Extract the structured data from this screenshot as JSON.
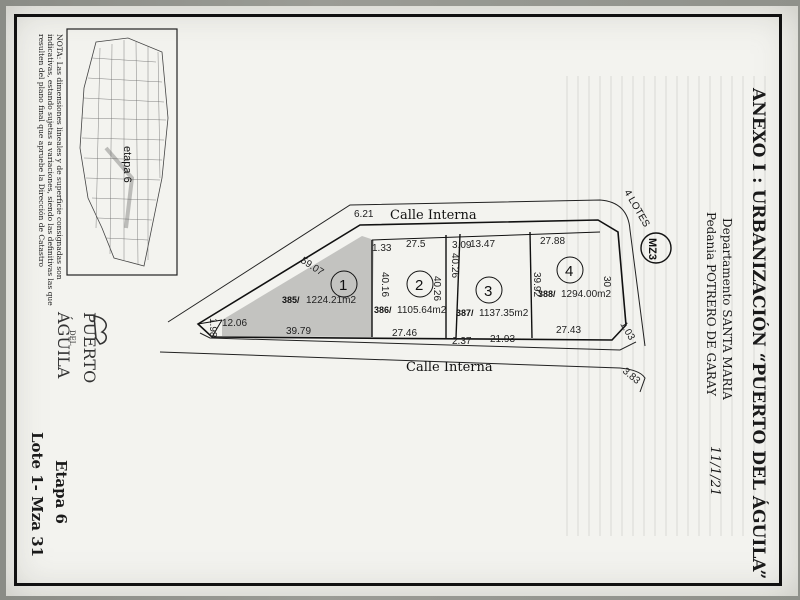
{
  "title": "ANEXO I : URBANIZACIÓN “PUERTO DEL ÁGUILA”",
  "departamento": "Departamento SANTA MARIA",
  "pedania": "Pedania POTRERO DE GARAY",
  "date_note": "11/1/21",
  "nota": {
    "line1": "NOTA: Las dimensiones lineales y de superficie consignadas son",
    "line2": "indicativas, estando sujetas a variaciones, siendo las definitivas las que",
    "line3": "resulten del plano final que apruebe la Dirección de Catastro"
  },
  "inset_label": "etapa 6",
  "logo": {
    "line1": "PUERTO",
    "line2": "DEL",
    "line3": "ÁGUILA"
  },
  "etapa": "Etapa 6",
  "lote": "Lote 1- Mza 31",
  "streets": {
    "top": "Calle Interna",
    "bottom": "Calle Interna"
  },
  "manzana": "MZ3",
  "lotes_ref": "4 LOTES",
  "lots": [
    {
      "number": "1",
      "id": "385/",
      "area": "1224.21m2"
    },
    {
      "number": "2",
      "id": "386/",
      "area": "1105.64m2"
    },
    {
      "number": "3",
      "id": "387/",
      "area": "1137.35m2"
    },
    {
      "number": "4",
      "id": "388/",
      "area": "1294.00m2"
    }
  ],
  "dims": {
    "d621": "6.21",
    "d133": "1.33",
    "d275": "27.5",
    "d309": "3.09",
    "d1347": "13.47",
    "d2788": "27.88",
    "d5907": "59.07",
    "d4016": "40.16",
    "d4026a": "40.26",
    "d4026b": "40.26",
    "d3992": "39.92",
    "d30": "30",
    "d206": "12.06",
    "d3979": "39.79",
    "d2746": "27.46",
    "d237": "2.37",
    "d2193": "21.93",
    "d2743": "27.43",
    "d198": "1.98",
    "d103": "1.03",
    "d383": "3.83"
  }
}
